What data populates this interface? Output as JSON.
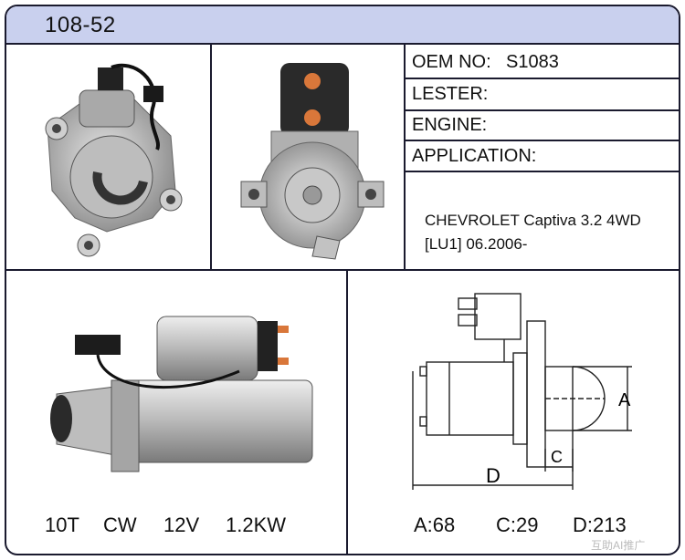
{
  "header": {
    "part_number": "108-52"
  },
  "info": {
    "oem_label": "OEM NO:",
    "oem_value": "S1083",
    "lester_label": "LESTER:",
    "engine_label": "ENGINE:",
    "application_label": "APPLICATION:",
    "application_line1": "CHEVROLET Captiva 3.2 4WD",
    "application_line2": "[LU1] 06.2006-"
  },
  "specs": {
    "teeth": "10T",
    "rotation": "CW",
    "voltage": "12V",
    "power": "1.2KW"
  },
  "dimensions": {
    "a_label": "A:68",
    "c_label": "C:29",
    "d_label": "D:213",
    "a_letter": "A",
    "c_letter": "C",
    "d_letter": "D"
  },
  "watermark": "互助AI推广"
}
